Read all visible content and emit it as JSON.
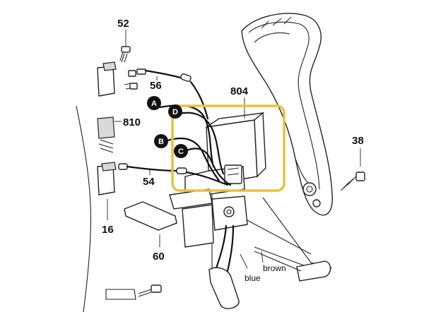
{
  "labels": {
    "p52": "52",
    "p56": "56",
    "p804": "804",
    "p810": "810",
    "p54": "54",
    "p16": "16",
    "p60": "60",
    "p38": "38"
  },
  "callouts": {
    "a": "A",
    "b": "B",
    "c": "C",
    "d": "D"
  },
  "wires": {
    "brown": "brown",
    "blue": "blue"
  },
  "colors": {
    "highlight": "#E8C23C",
    "line": "#222222",
    "callout_fill": "#111111"
  }
}
